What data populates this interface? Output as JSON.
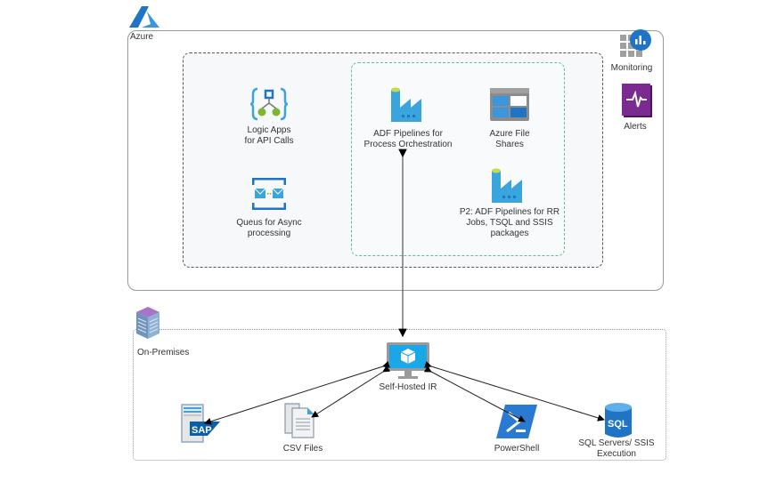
{
  "groups": {
    "azure": "Azure",
    "on_premises": "On-Premises"
  },
  "nodes": {
    "logic_apps": "Logic Apps\nfor API Calls",
    "queues": "Queus for Async\nprocessing",
    "adf_orchestration": "ADF Pipelines for\nProcess Orchestration",
    "azure_file_shares": "Azure File\nShares",
    "adf_p2": "P2: ADF Pipelines for RR\nJobs, TSQL and SSIS\npackages",
    "monitoring": "Monitoring",
    "alerts": "Alerts",
    "self_hosted_ir": "Self-Hosted IR",
    "sap": "",
    "sap_logo_text": "SAP",
    "csv_files": "CSV Files",
    "powershell": "PowerShell",
    "sql_servers": "SQL Servers/ SSIS\nExecution",
    "sql_icon_text": "SQL"
  },
  "colors": {
    "azure_blue": "#1f74c5",
    "adf_blue": "#3aa5dd",
    "alerts_purple": "#6b1f7f",
    "green_dash": "#5cc08d"
  }
}
